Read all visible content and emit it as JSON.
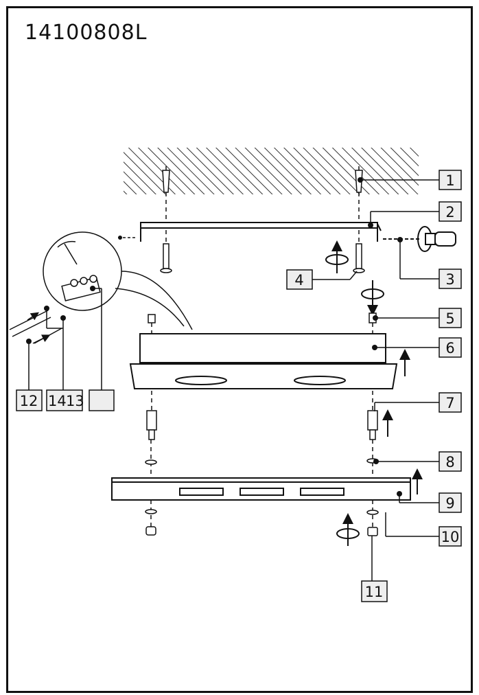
{
  "title": "14100808L",
  "callouts": [
    {
      "id": "1",
      "label": "1"
    },
    {
      "id": "2",
      "label": "2"
    },
    {
      "id": "3",
      "label": "3"
    },
    {
      "id": "4",
      "label": "4"
    },
    {
      "id": "5",
      "label": "5"
    },
    {
      "id": "6",
      "label": "6"
    },
    {
      "id": "7",
      "label": "7"
    },
    {
      "id": "8",
      "label": "8"
    },
    {
      "id": "9",
      "label": "9"
    },
    {
      "id": "10",
      "label": "10"
    },
    {
      "id": "11",
      "label": "11"
    },
    {
      "id": "12",
      "label": "12"
    },
    {
      "id": "14",
      "label": "14"
    },
    {
      "id": "13",
      "label": "13"
    },
    {
      "id": "blank",
      "label": ""
    }
  ]
}
